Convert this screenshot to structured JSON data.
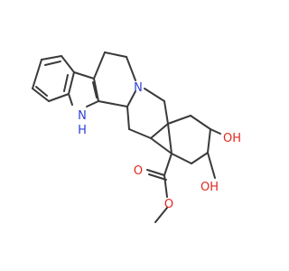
{
  "molecule": {
    "atoms": [
      {
        "id": "NH",
        "text": "N",
        "sub": "H",
        "color": "#2f3fd4"
      },
      {
        "id": "N",
        "text": "N",
        "color": "#2f3fd4"
      },
      {
        "id": "OH1",
        "text": "OH",
        "color": "#e0281e"
      },
      {
        "id": "OH2",
        "text": "OH",
        "color": "#e0281e"
      },
      {
        "id": "O_carbonyl",
        "text": "O",
        "color": "#e0281e"
      },
      {
        "id": "O_ester",
        "text": "O",
        "color": "#e0281e"
      }
    ],
    "bond_color": "#3a3a3a"
  }
}
